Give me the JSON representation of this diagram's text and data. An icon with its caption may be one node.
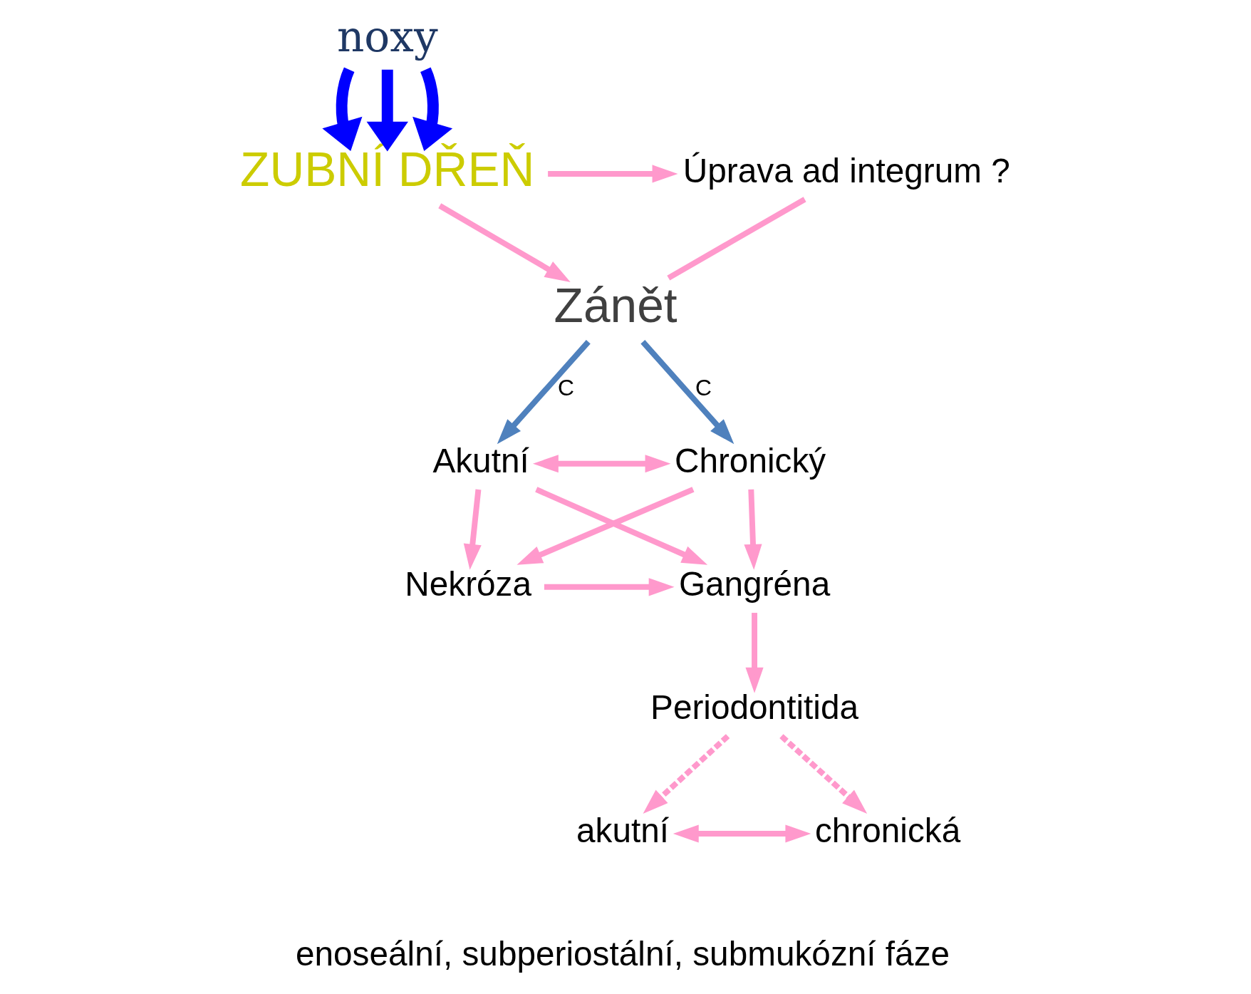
{
  "diagram": {
    "nodes": [
      {
        "text": [
          "noxy"
        ]
      },
      {
        "text": [
          "ZUBNÍ DŘEŇ"
        ]
      },
      {
        "text": [
          "Úprava ad integrum ?"
        ]
      },
      {
        "text": [
          "Zánět"
        ]
      },
      {
        "text": [
          "Akutní"
        ]
      },
      {
        "text": [
          "Chronický"
        ]
      },
      {
        "text": [
          "Nekróza"
        ]
      },
      {
        "text": [
          "Gangréna"
        ]
      },
      {
        "text": [
          "Periodontitida"
        ]
      },
      {
        "text": [
          "akutní"
        ]
      },
      {
        "text": [
          "chronická"
        ]
      }
    ],
    "edges": [
      {
        "from": 0,
        "to": 1,
        "arrow": "to",
        "style": "thick",
        "color": "#0000ff"
      },
      {
        "from": 0,
        "to": 1,
        "arrow": "to",
        "style": "thick",
        "color": "#0000ff"
      },
      {
        "from": 0,
        "to": 1,
        "arrow": "to",
        "style": "thick",
        "color": "#0000ff"
      },
      {
        "from": 1,
        "to": 2,
        "arrow": "to"
      },
      {
        "from": 1,
        "to": 3,
        "arrow": "to"
      },
      {
        "from": 3,
        "to": 2,
        "arrow": "none"
      },
      {
        "from": 3,
        "to": 4,
        "arrow": "to",
        "label": "C",
        "color": "#4f81bd"
      },
      {
        "from": 3,
        "to": 5,
        "arrow": "to",
        "label": "C",
        "color": "#4f81bd"
      },
      {
        "from": 4,
        "to": 5,
        "arrow": "both"
      },
      {
        "from": 4,
        "to": 6,
        "arrow": "to"
      },
      {
        "from": 4,
        "to": 7,
        "arrow": "to"
      },
      {
        "from": 5,
        "to": 6,
        "arrow": "to"
      },
      {
        "from": 5,
        "to": 7,
        "arrow": "to"
      },
      {
        "from": 6,
        "to": 7,
        "arrow": "to"
      },
      {
        "from": 7,
        "to": 8,
        "arrow": "to"
      },
      {
        "from": 8,
        "to": 9,
        "arrow": "to",
        "style": "dashed"
      },
      {
        "from": 8,
        "to": 10,
        "arrow": "to",
        "style": "dashed"
      },
      {
        "from": 9,
        "to": 10,
        "arrow": "both"
      }
    ],
    "labels": [
      "enoseální, subperiostální, submukózní fáze"
    ]
  }
}
